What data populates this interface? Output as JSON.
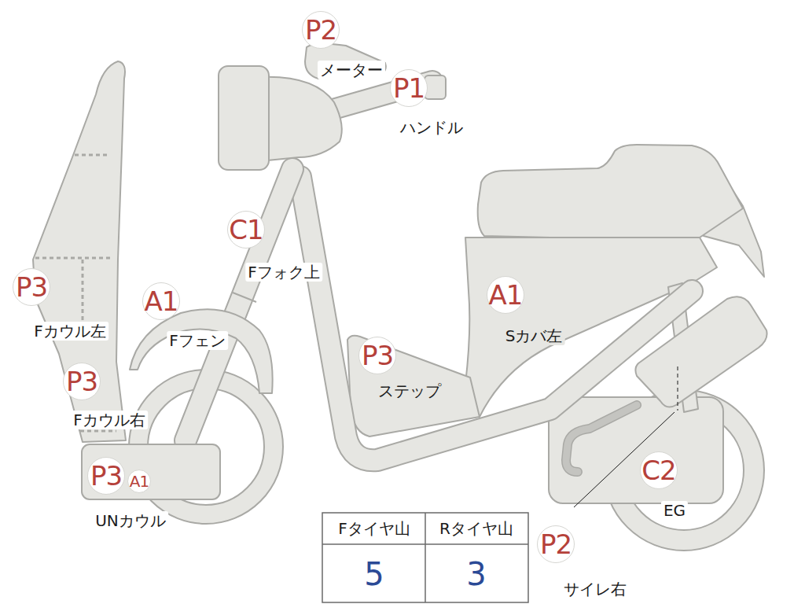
{
  "diagram": {
    "nodes": [
      {
        "text": [
          "P2",
          "メーター"
        ]
      },
      {
        "text": [
          "P1",
          "ハンドル"
        ]
      },
      {
        "text": [
          "C1",
          "Fフォク上"
        ]
      },
      {
        "text": [
          "A1",
          "Fフェン"
        ]
      },
      {
        "text": [
          "P3",
          "Fカウル左"
        ]
      },
      {
        "text": [
          "A1",
          "Sカバ左"
        ]
      },
      {
        "text": [
          "P3",
          "ステップ"
        ]
      },
      {
        "text": [
          "P3",
          "Fカウル右"
        ]
      },
      {
        "text": [
          "P3",
          "UNカウル"
        ]
      },
      {
        "text": [
          "A1"
        ]
      },
      {
        "text": [
          "C2",
          "EG"
        ]
      },
      {
        "text": [
          "P2",
          "サイレ右"
        ]
      }
    ],
    "labels": [
      "Fタイヤ山",
      "Rタイヤ山",
      "5",
      "3"
    ]
  }
}
